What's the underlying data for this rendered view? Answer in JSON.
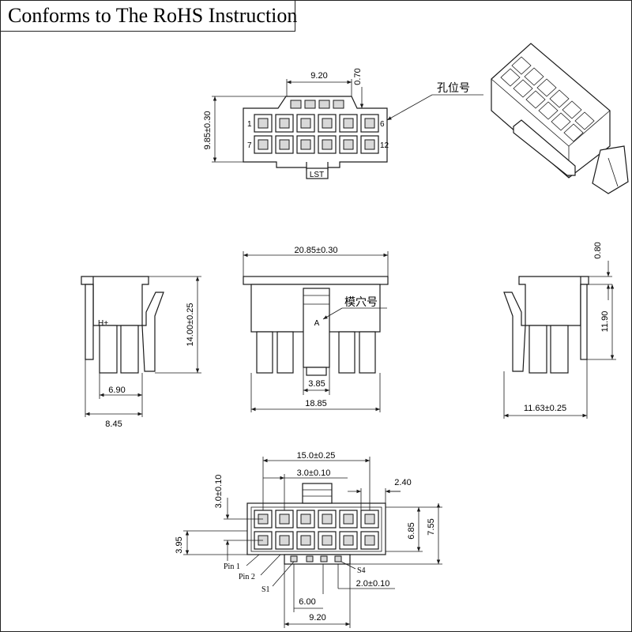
{
  "title": "Conforms to The RoHS Instruction",
  "top_view": {
    "dim_pitch": "9.20",
    "dim_latch_gap": "0.70",
    "dim_height": "9.85±0.30",
    "pin_1": "1",
    "pin_6": "6",
    "pin_7": "7",
    "pin_12": "12",
    "latch_label": "LST",
    "hole_callout": "孔位号"
  },
  "left_view": {
    "polarity_label": "H+",
    "dim_height": "14.00±0.25",
    "dim_inner": "6.90",
    "dim_outer": "8.45"
  },
  "front_view": {
    "dim_width": "20.85±0.30",
    "cavity_label": "A",
    "cavity_callout": "模穴号",
    "dim_latch": "3.85",
    "dim_base": "18.85"
  },
  "right_view": {
    "dim_flange": "0.80",
    "dim_body": "11.90",
    "dim_depth": "11.63±0.25"
  },
  "bottom_view": {
    "dim_span": "15.0±0.25",
    "dim_pitch": "3.0±0.10",
    "dim_row": "3.0±0.10",
    "dim_edge": "2.40",
    "dim_inner_h": "6.85",
    "dim_outer_h": "7.55",
    "dim_offset": "3.95",
    "pin1_label": "Pin 1",
    "pin2_label": "Pin 2",
    "s1_label": "S1",
    "s4_label": "S4",
    "dim_stub_pitch": "2.0±0.10",
    "dim_stub_span": "6.00",
    "dim_total": "9.20"
  }
}
